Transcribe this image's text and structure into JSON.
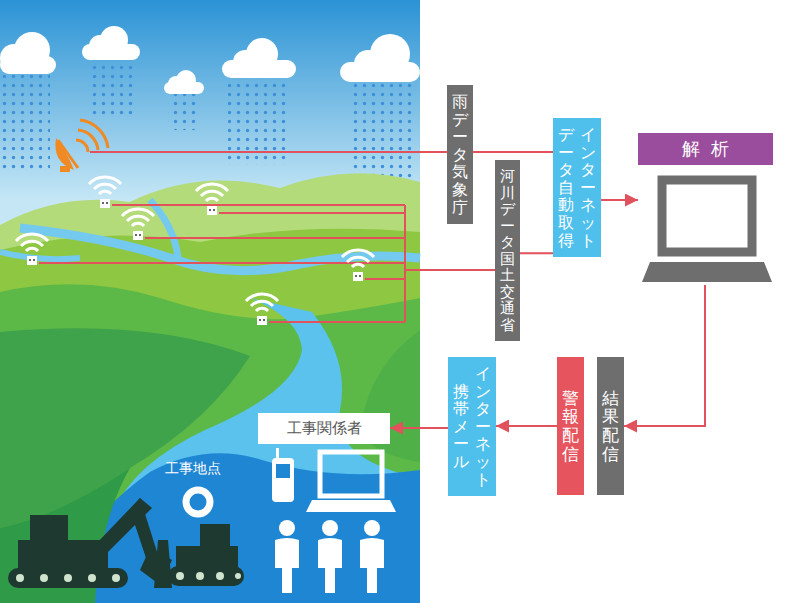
{
  "diagram": {
    "nodes": [
      {
        "text": [
          "雨データ 気象庁"
        ]
      },
      {
        "text": [
          "河川データ 国土交通省"
        ]
      },
      {
        "text": [
          "インターネット",
          "データ自動取得"
        ]
      },
      {
        "text": [
          "解析"
        ]
      },
      {
        "text": [
          "結果配信"
        ]
      },
      {
        "text": [
          "警報配信"
        ]
      },
      {
        "text": [
          "インターネット",
          "携帯メール"
        ]
      },
      {
        "text": [
          "工事関係者"
        ]
      }
    ],
    "edges": [
      {
        "from": 0,
        "to": 2,
        "arrow": "none"
      },
      {
        "from": 1,
        "to": 2,
        "arrow": "none"
      },
      {
        "from": 2,
        "to": 3,
        "arrow": "to"
      },
      {
        "from": 3,
        "to": 4,
        "arrow": "to"
      },
      {
        "from": 5,
        "to": 6,
        "arrow": "to"
      },
      {
        "from": 6,
        "to": 7,
        "arrow": "to"
      }
    ],
    "labels": [
      "工事地点"
    ]
  }
}
